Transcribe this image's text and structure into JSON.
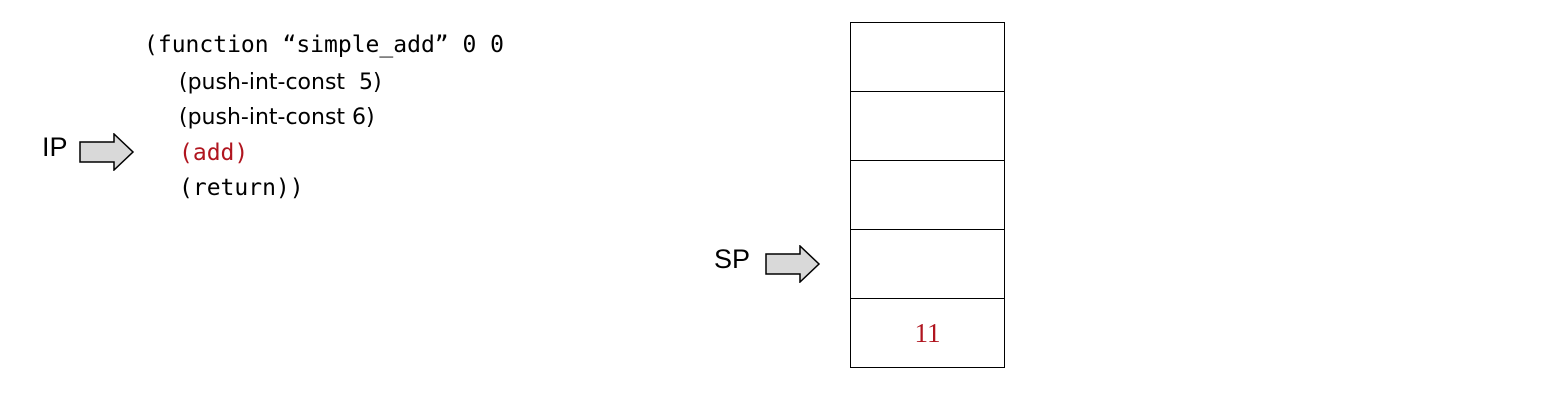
{
  "code": {
    "lines": [
      "(function “simple_add” 0 0",
      "(push-int-const  5)",
      "(push-int-const 6)",
      "(add)",
      "(return))"
    ],
    "current_line_index": 3
  },
  "pointers": {
    "ip_label": "IP",
    "sp_label": "SP"
  },
  "stack": {
    "slots": [
      "",
      "",
      "",
      "",
      "11"
    ]
  },
  "colors": {
    "highlight": "#b0151f",
    "arrow_fill": "#d9d9d9",
    "stroke": "#000000"
  }
}
